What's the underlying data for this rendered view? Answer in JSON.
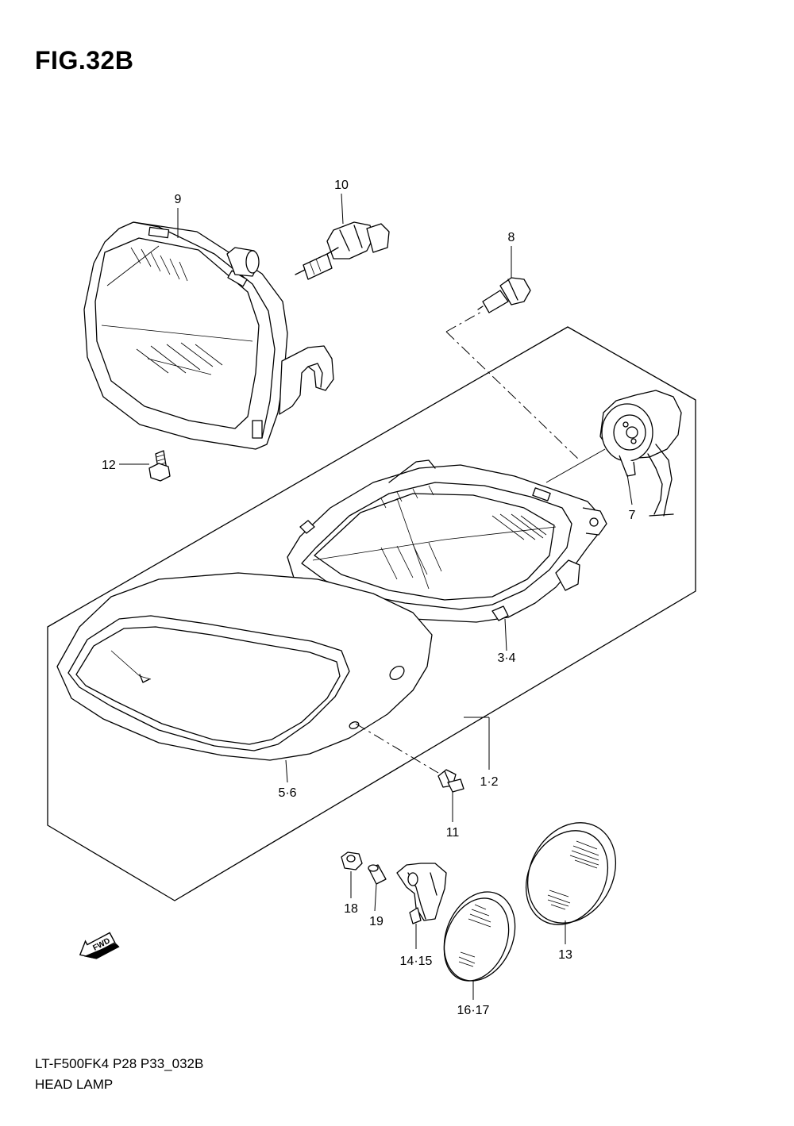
{
  "figure": {
    "title": "FIG.32B",
    "code": "LT-F500FK4 P28 P33_032B",
    "name": "HEAD LAMP"
  },
  "callouts": {
    "c9": "9",
    "c10": "10",
    "c8": "8",
    "c12": "12",
    "c7": "7",
    "c3_4": "3·4",
    "c1_2": "1·2",
    "c5_6": "5·6",
    "c11": "11",
    "c18": "18",
    "c19": "19",
    "c14_15": "14·15",
    "c13": "13",
    "c16_17": "16·17"
  },
  "direction_marker": "FWD",
  "colors": {
    "line": "#000000",
    "background": "#ffffff"
  }
}
